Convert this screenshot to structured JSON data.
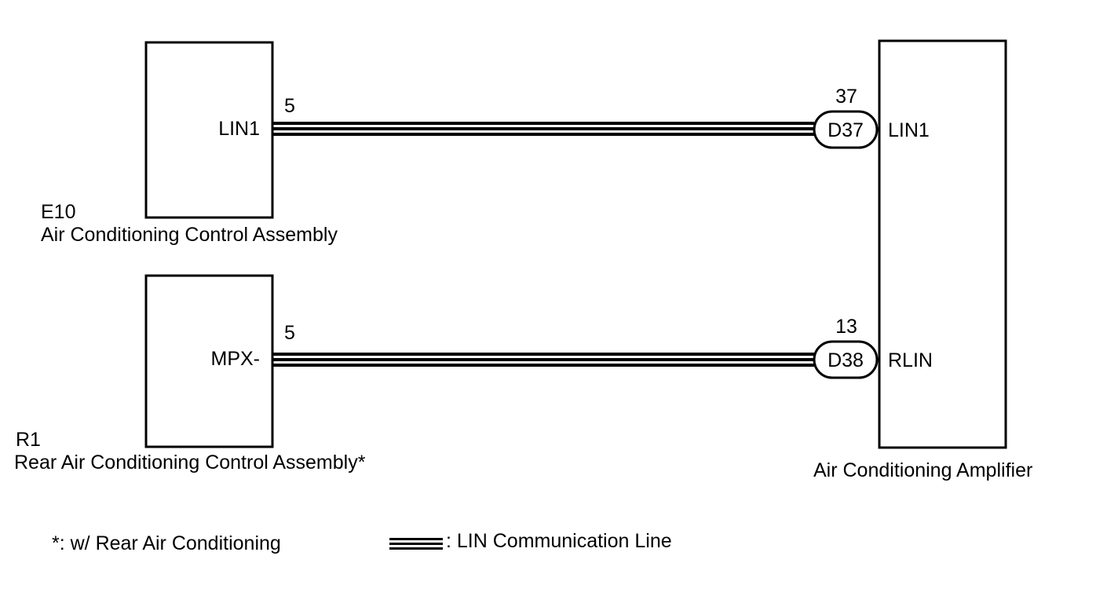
{
  "components": {
    "ac_control": {
      "code": "E10",
      "name": "Air Conditioning Control Assembly",
      "terminal_name": "LIN1",
      "pin": "5"
    },
    "rear_ac_control": {
      "code": "R1",
      "name": "Rear Air Conditioning Control Assembly*",
      "terminal_name": "MPX-",
      "pin": "5"
    },
    "ac_amplifier": {
      "name": "Air Conditioning Amplifier"
    }
  },
  "connectors": [
    {
      "id": "D37",
      "pin": "37",
      "terminal_name": "LIN1"
    },
    {
      "id": "D38",
      "pin": "13",
      "terminal_name": "RLIN"
    }
  ],
  "legend": {
    "footnote": "*: w/ Rear Air Conditioning",
    "line_label": ": LIN Communication Line"
  }
}
